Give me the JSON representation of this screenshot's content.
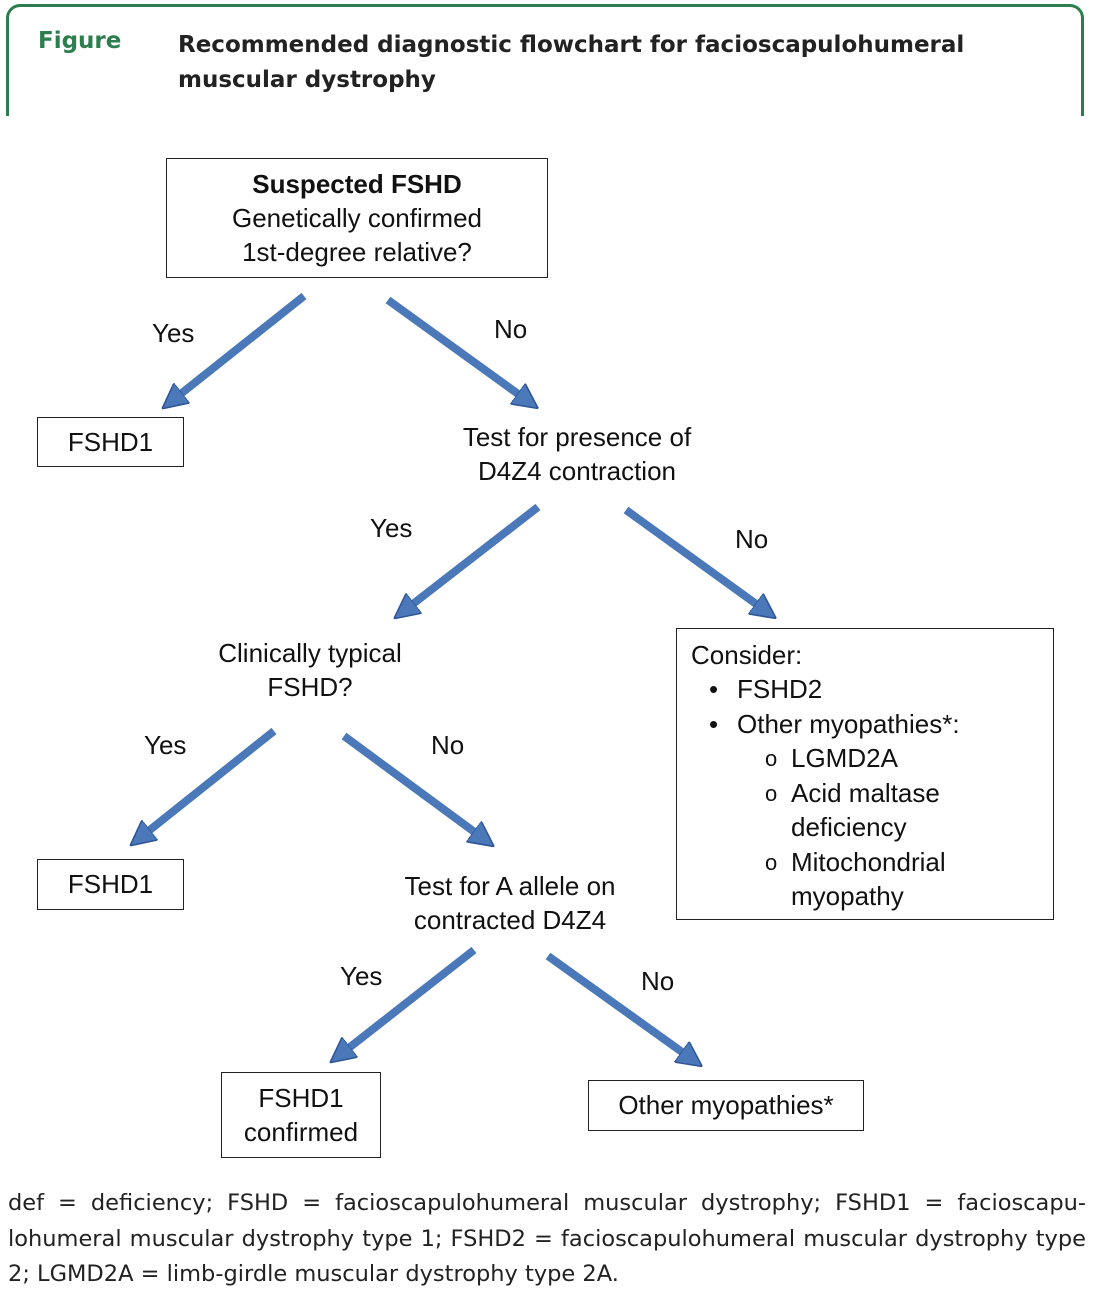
{
  "figure": {
    "label": "Figure",
    "title": "Recommended diagnostic flowchart for facioscapulohumeral muscular dystrophy"
  },
  "nodes": {
    "start": {
      "line1": "Suspected FSHD",
      "line2": "Genetically confirmed",
      "line3": "1st-degree relative?"
    },
    "fshd1_top": "FSHD1",
    "test_d4z4": {
      "line1": "Test for presence of",
      "line2": "D4Z4 contraction"
    },
    "clinical": {
      "line1": "Clinically typical",
      "line2": "FSHD?"
    },
    "fshd1_mid": "FSHD1",
    "test_allele": {
      "line1": "Test for A allele on",
      "line2": "contracted D4Z4"
    },
    "fshd1_confirmed": {
      "line1": "FSHD1",
      "line2": "confirmed"
    },
    "other_myopathies": "Other myopathies*",
    "consider": {
      "heading": "Consider:",
      "bullet1": "FSHD2",
      "bullet2": "Other myopathies*:",
      "sub1": "LGMD2A",
      "sub2_line1": "Acid maltase",
      "sub2_line2": "deficiency",
      "sub3_line1": "Mitochondrial",
      "sub3_line2": "myopathy",
      "bullet_mark": "•",
      "sub_mark": "o"
    }
  },
  "edges": {
    "yes": "Yes",
    "no": "No"
  },
  "arrow_color": "#4a78b8",
  "arrow_stroke": "#2f5597",
  "accent_color": "#2e7d4f",
  "footnote": "def = deficiency; FSHD = facioscapulohumeral muscular dystrophy; FSHD1 = facioscapu-lohumeral muscular dystrophy type 1; FSHD2 = facioscapulohumeral muscular dystrophy type 2; LGMD2A = limb-girdle muscular dystrophy type 2A."
}
